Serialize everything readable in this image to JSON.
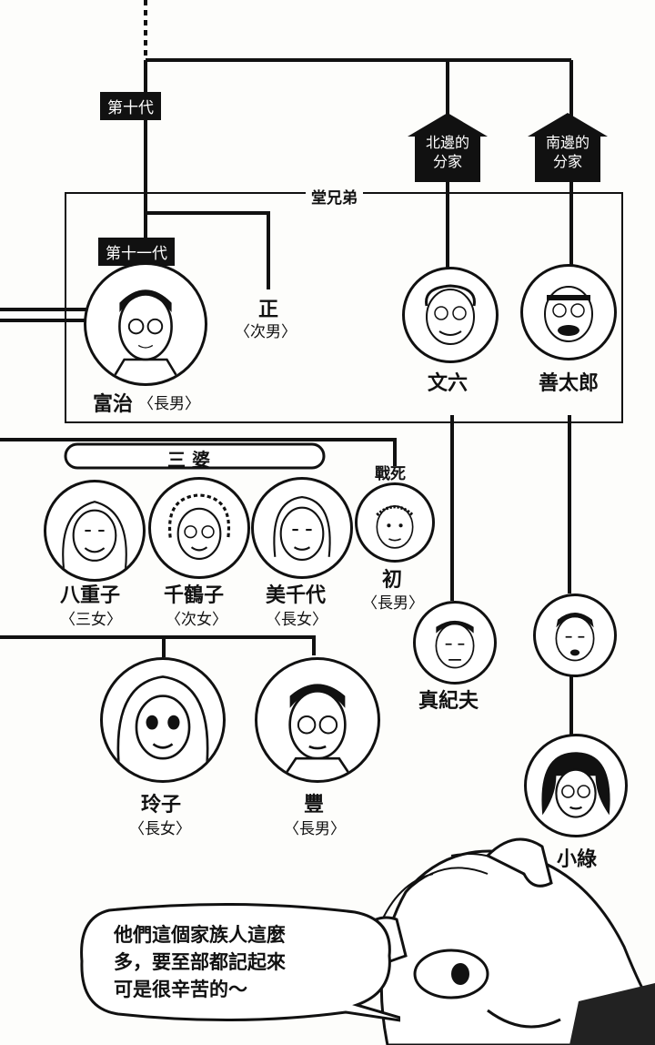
{
  "generations": {
    "tenth": "第十代",
    "eleventh": "第十一代"
  },
  "branches": {
    "north": "北邊的分家",
    "south": "南邊的分家"
  },
  "cousins_label": "堂兄弟",
  "sanpo_label": "三 婆",
  "war_dead_label": "戰死",
  "people": {
    "tomiji": {
      "name": "富治",
      "relation": "〈長男〉"
    },
    "tadashi": {
      "name": "正",
      "relation": "〈次男〉"
    },
    "bunroku": {
      "name": "文六"
    },
    "zentaro": {
      "name": "善太郎"
    },
    "yaeko": {
      "name": "八重子",
      "relation": "〈三女〉"
    },
    "chizuko": {
      "name": "千鶴子",
      "relation": "〈次女〉"
    },
    "michiyo": {
      "name": "美千代",
      "relation": "〈長女〉"
    },
    "hajime": {
      "name": "初",
      "relation": "〈長男〉"
    },
    "makio": {
      "name": "真紀夫"
    },
    "reiko": {
      "name": "玲子",
      "relation": "〈長女〉"
    },
    "yutaka": {
      "name": "豐",
      "relation": "〈長男〉"
    },
    "kohru": {
      "name": "小綠"
    }
  },
  "speech_bubble": {
    "line1": "他們這個家族人這麼",
    "line2": "多，要至部都記起來",
    "line3": "可是很辛苦的～"
  }
}
